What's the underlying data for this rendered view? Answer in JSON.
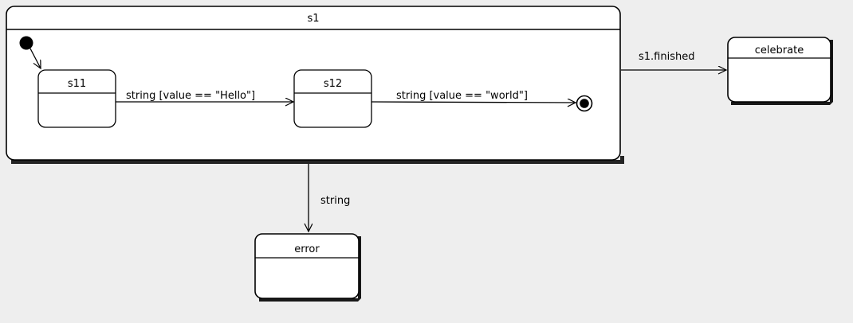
{
  "diagram": {
    "type": "uml-state-machine",
    "background_color": "#eeeeee",
    "state_fill": "#ffffff",
    "line_color": "#000000",
    "composite_state": {
      "name": "s1",
      "substates": [
        {
          "name": "s11"
        },
        {
          "name": "s12"
        }
      ],
      "has_initial_pseudostate": true,
      "has_final_state": true
    },
    "states": [
      {
        "name": "celebrate"
      },
      {
        "name": "error"
      }
    ],
    "transitions": [
      {
        "from": "initial",
        "to": "s11",
        "label": ""
      },
      {
        "from": "s11",
        "to": "s12",
        "label": "string [value == \"Hello\"]"
      },
      {
        "from": "s12",
        "to": "final",
        "label": "string [value == \"world\"]"
      },
      {
        "from": "s1",
        "to": "celebrate",
        "label": "s1.finished"
      },
      {
        "from": "s1",
        "to": "error",
        "label": "string"
      }
    ],
    "labels": {
      "s1": "s1",
      "s11": "s11",
      "s12": "s12",
      "celebrate": "celebrate",
      "error": "error",
      "t_hello": "string [value == \"Hello\"]",
      "t_world": "string [value == \"world\"]",
      "t_finished": "s1.finished",
      "t_string": "string"
    }
  }
}
